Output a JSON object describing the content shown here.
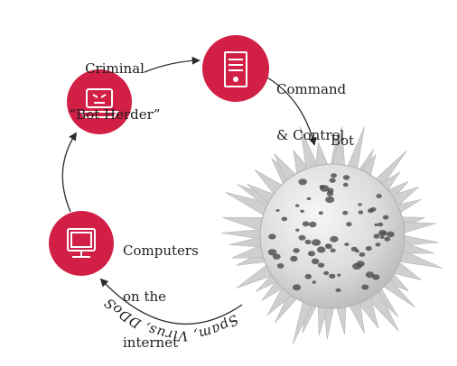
{
  "nodes": {
    "bot_herder": {
      "label_line1": "Criminal",
      "label_line2": "“Bot Herder”",
      "icon": "angry-laptop-icon"
    },
    "command_control": {
      "label_line1": "Command",
      "label_line2": "& Control",
      "icon": "server-tower-icon"
    },
    "bot": {
      "label": "Bot",
      "icon": "spiky-virus-image"
    },
    "computers": {
      "label_line1": "Computers",
      "label_line2": "on the",
      "label_line3": "internet",
      "icon": "monitor-icon"
    }
  },
  "edges": {
    "attack_label": "Spam, Virus, DDoS"
  },
  "colors": {
    "node_fill": "#d21f46",
    "icon_stroke": "#ffffff",
    "arrow": "#2a2a2a",
    "virus": "#d8d8d8"
  }
}
